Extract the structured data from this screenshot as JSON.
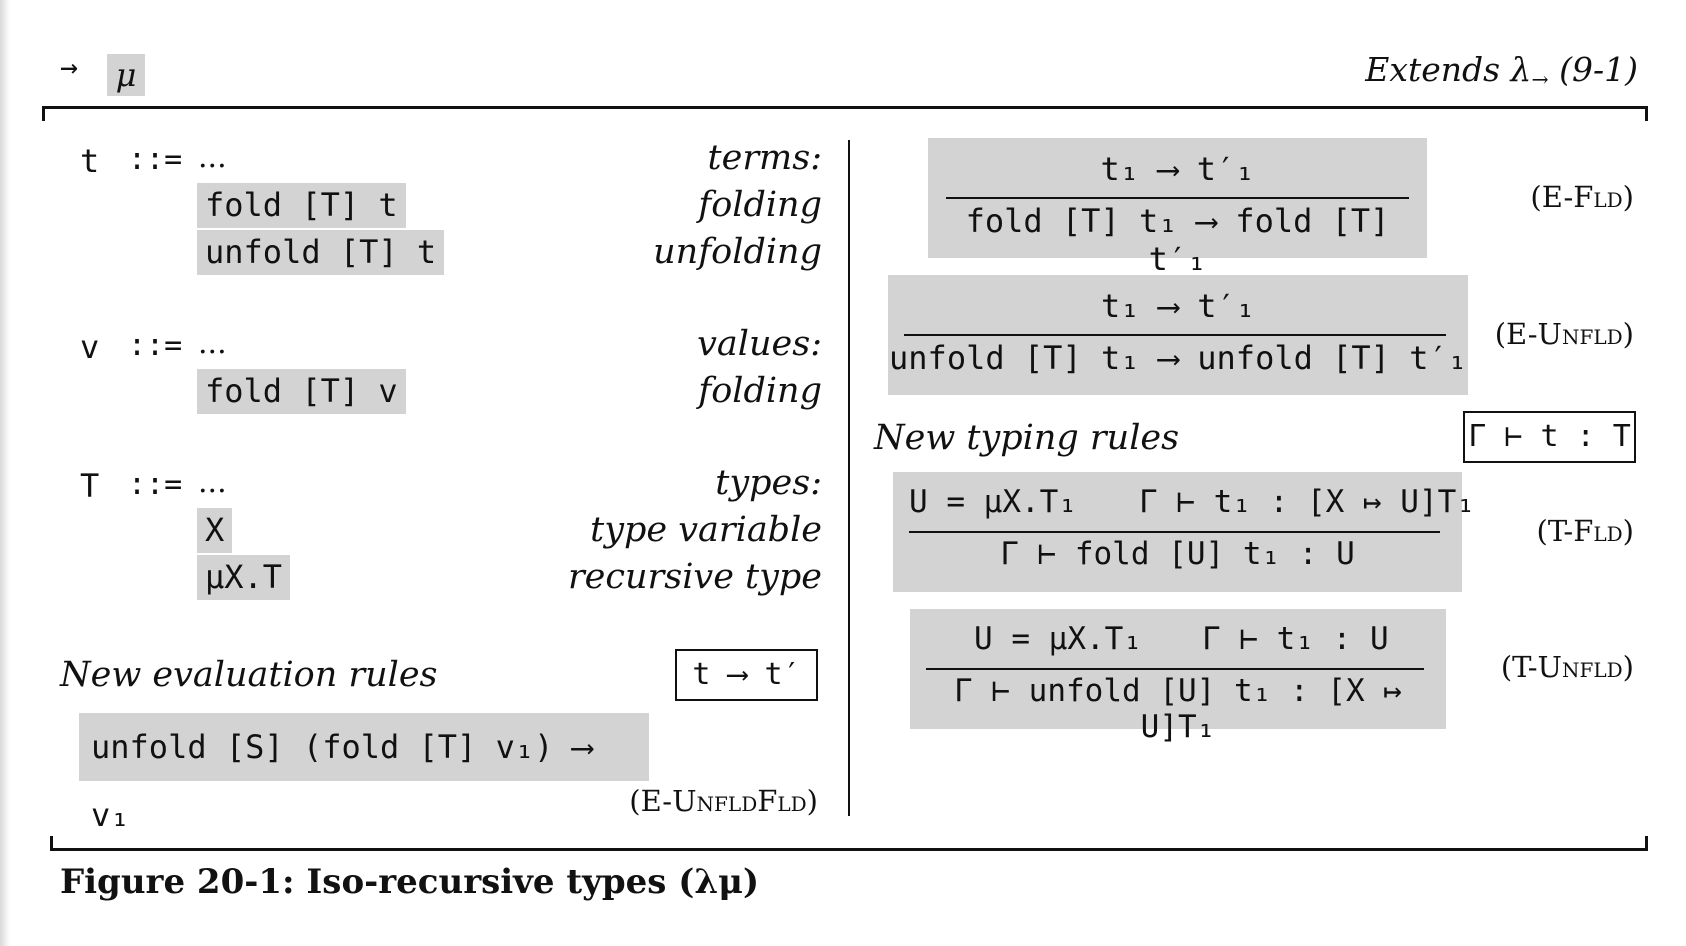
{
  "header": {
    "arrow": "→",
    "mu_label": "μ",
    "extends": "Extends λ→ (9-1)"
  },
  "syntax": {
    "terms": {
      "var": "t",
      "def": "::=",
      "dots": "...",
      "category": "terms:",
      "productions": [
        {
          "form": "fold [T] t",
          "desc": "folding"
        },
        {
          "form": "unfold [T] t",
          "desc": "unfolding"
        }
      ]
    },
    "values": {
      "var": "v",
      "def": "::=",
      "dots": "...",
      "category": "values:",
      "productions": [
        {
          "form": "fold [T] v",
          "desc": "folding"
        }
      ]
    },
    "types": {
      "var": "T",
      "def": "::=",
      "dots": "...",
      "category": "types:",
      "productions": [
        {
          "form": "X",
          "desc": "type variable"
        },
        {
          "form": "μX.T",
          "desc": "recursive type"
        }
      ]
    }
  },
  "evaluation": {
    "heading": "New evaluation rules",
    "judgment": "t ⟶ t′",
    "rule_unfold_fold": {
      "body": "unfold [S] (fold [T] v₁) ⟶ v₁",
      "name": "(E-UnfldFld)"
    },
    "rule_fld": {
      "premise": "t₁ ⟶ t′₁",
      "conclusion": "fold [T] t₁ ⟶ fold [T] t′₁",
      "name": "(E-Fld)"
    },
    "rule_unfld": {
      "premise": "t₁ ⟶ t′₁",
      "conclusion": "unfold [T] t₁ ⟶ unfold [T] t′₁",
      "name": "(E-Unfld)"
    }
  },
  "typing": {
    "heading": "New typing rules",
    "judgment": "Γ ⊢ t : T",
    "rule_fld": {
      "premise1": "U = μX.T₁",
      "premise2": "Γ ⊢ t₁ : [X ↦ U]T₁",
      "conclusion": "Γ ⊢ fold [U] t₁ : U",
      "name": "(T-Fld)"
    },
    "rule_unfld": {
      "premise1": "U = μX.T₁",
      "premise2": "Γ ⊢ t₁ : U",
      "conclusion": "Γ ⊢ unfold [U] t₁ : [X ↦ U]T₁",
      "name": "(T-Unfld)"
    }
  },
  "caption": "Figure 20-1: Iso-recursive types (λμ)"
}
